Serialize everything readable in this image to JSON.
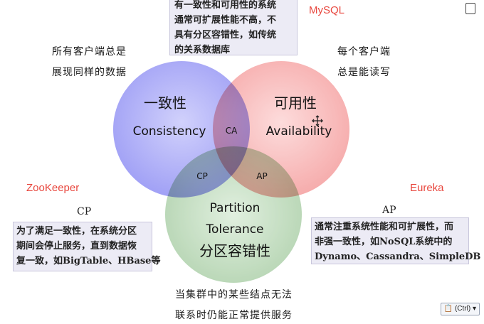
{
  "top_box": {
    "lines": [
      "有一致性和可用性的系统",
      "通常可扩展性能不高，不",
      "具有分区容错性，如传统",
      "的关系数据库"
    ]
  },
  "mysql_label": "MySQL",
  "notes": {
    "consistency": [
      "所有客户端总是",
      "展现同样的数据"
    ],
    "availability": [
      "每个客户端",
      "总是能读写"
    ],
    "partition": [
      "当集群中的某些结点无法",
      "联系时仍能正常提供服务"
    ]
  },
  "circles": {
    "consistency": {
      "zh": "一致性",
      "en": "Consistency",
      "color": "#7070f0"
    },
    "availability": {
      "zh": "可用性",
      "en": "Availability",
      "color": "#f07a7a"
    },
    "partition": {
      "en1": "Partition",
      "en2": "Tolerance",
      "zh": "分区容错性",
      "color": "#82b882"
    }
  },
  "intersections": {
    "ca": "CA",
    "cp": "CP",
    "ap": "AP"
  },
  "zookeeper": {
    "label": "ZooKeeper",
    "title": "CP",
    "lines": [
      "为了满足一致性，在系统分区",
      "期间会停止服务，直到数据恢",
      "复一致，如BigTable、HBase等"
    ]
  },
  "eureka": {
    "label": "Eureka",
    "title": "AP",
    "lines": [
      "通常注重系统性能和可扩展性，而",
      "非强一致性，如NoSQL系统中的",
      "Dynamo、Cassandra、SimpleDB"
    ]
  },
  "ctrl_chip": "(Ctrl)",
  "accent_colors": {
    "red_label": "#e8473e"
  }
}
